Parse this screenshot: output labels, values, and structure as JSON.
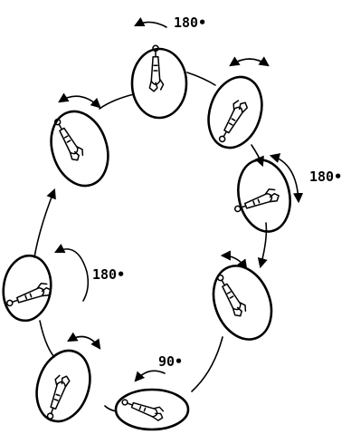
{
  "labels": {
    "top": "180•",
    "right": "180•",
    "left": "180•",
    "bottom": "90•"
  },
  "colors": {
    "ink": "#000000",
    "paper": "#ffffff"
  }
}
